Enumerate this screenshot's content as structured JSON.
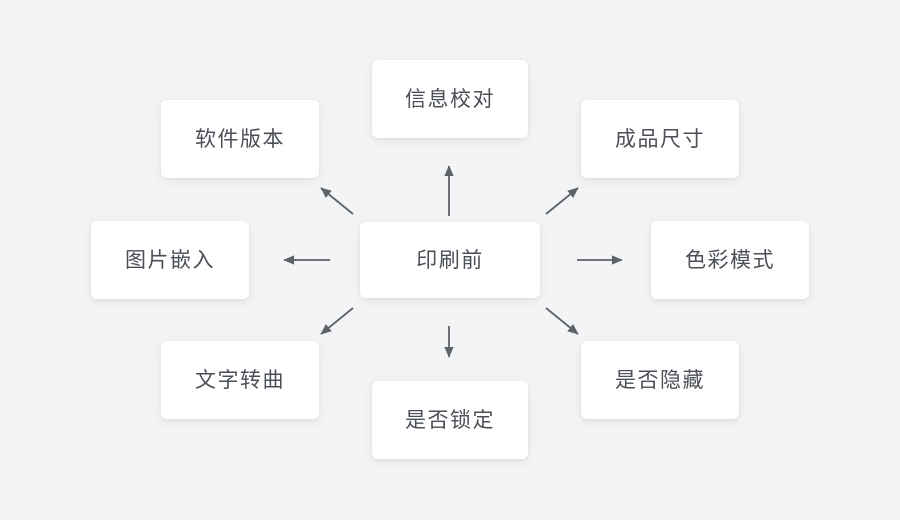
{
  "diagram": {
    "type": "radial-hub-and-spoke",
    "background_color": "#f3f4f5",
    "node_color": "#ffffff",
    "text_color": "#4b4f57",
    "arrow_color": "#5e6269",
    "center": {
      "id": "center",
      "label": "印刷前"
    },
    "nodes": [
      {
        "id": "top",
        "label": "信息校对",
        "position": "top",
        "arrow": "up"
      },
      {
        "id": "top-left",
        "label": "软件版本",
        "position": "top-left",
        "arrow": "up-left"
      },
      {
        "id": "top-right",
        "label": "成品尺寸",
        "position": "top-right",
        "arrow": "up-right"
      },
      {
        "id": "left",
        "label": "图片嵌入",
        "position": "left",
        "arrow": "left"
      },
      {
        "id": "right",
        "label": "色彩模式",
        "position": "right",
        "arrow": "right"
      },
      {
        "id": "bottom-left",
        "label": "文字转曲",
        "position": "bottom-left",
        "arrow": "down-left"
      },
      {
        "id": "bottom",
        "label": "是否锁定",
        "position": "bottom",
        "arrow": "down"
      },
      {
        "id": "bottom-right",
        "label": "是否隐藏",
        "position": "bottom-right",
        "arrow": "down-right"
      }
    ],
    "arrows": [
      {
        "id": "arrow-up",
        "from": "center",
        "to": "top",
        "direction": "up",
        "glyph": "↑"
      },
      {
        "id": "arrow-up-left",
        "from": "center",
        "to": "top-left",
        "direction": "up-left",
        "glyph": "↖"
      },
      {
        "id": "arrow-up-right",
        "from": "center",
        "to": "top-right",
        "direction": "up-right",
        "glyph": "↗"
      },
      {
        "id": "arrow-left",
        "from": "center",
        "to": "left",
        "direction": "left",
        "glyph": "←"
      },
      {
        "id": "arrow-right",
        "from": "center",
        "to": "right",
        "direction": "right",
        "glyph": "→"
      },
      {
        "id": "arrow-down-left",
        "from": "center",
        "to": "bottom-left",
        "direction": "down-left",
        "glyph": "↙"
      },
      {
        "id": "arrow-down",
        "from": "center",
        "to": "bottom",
        "direction": "down",
        "glyph": "↓"
      },
      {
        "id": "arrow-down-right",
        "from": "center",
        "to": "bottom-right",
        "direction": "down-right",
        "glyph": "↘"
      }
    ]
  }
}
